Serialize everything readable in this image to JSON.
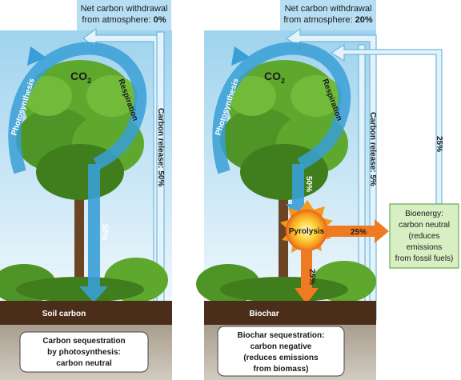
{
  "panels": {
    "left": {
      "net_withdrawal_line1": "Net carbon withdrawal",
      "net_withdrawal_line2_prefix": "from atmosphere: ",
      "net_withdrawal_value": "0%",
      "co2_text": "CO",
      "co2_subscript": "2",
      "photosynthesis_label": "Photosynthesis",
      "respiration_label": "Respiration",
      "carbon_release_label": "Carbon release: 50%",
      "flow_percent": "50%",
      "ground_label": "Soil carbon",
      "caption_lines": [
        "Carbon sequestration",
        "by photosynthesis:",
        "carbon neutral"
      ]
    },
    "right": {
      "net_withdrawal_line1": "Net carbon withdrawal",
      "net_withdrawal_line2_prefix": "from atmosphere: ",
      "net_withdrawal_value": "20%",
      "co2_text": "CO",
      "co2_subscript": "2",
      "photosynthesis_label": "Photosynthesis",
      "respiration_label": "Respiration",
      "carbon_release_label": "Carbon release: 5%",
      "flow_percent": "50%",
      "pyrolysis_label": "Pyrolysis",
      "to_bioenergy_percent": "25%",
      "to_biochar_percent": "25%",
      "bioenergy_return_percent": "25%",
      "bioenergy_lines": [
        "Bioenergy:",
        "carbon neutral",
        "(reduces",
        "emissions",
        "from fossil fuels)"
      ],
      "ground_label": "Biochar",
      "caption_lines": [
        "Biochar sequestration:",
        "carbon negative",
        "(reduces emissions",
        "from biomass)"
      ]
    }
  },
  "colors": {
    "sky_top": "#9fd3ee",
    "sky_bottom": "#e8f4fb",
    "pale_arrow": "#e4f3fb",
    "pale_arrow_stroke": "#6fb8dc",
    "blue_arrow": "#3a9fd6",
    "orange_arrow": "#f07a22",
    "soil": "#4a2e1a",
    "rock": "#b9b0a2",
    "foliage": "#5fa82e",
    "foliage_dark": "#3f7d1d",
    "trunk": "#6b4423",
    "bioenergy_fill": "#d8efc4",
    "bioenergy_stroke": "#6aa84f",
    "pyrolysis_core": "#fff3a0",
    "pyrolysis_outer": "#f39a1e",
    "text_dark": "#1a1a1a"
  }
}
